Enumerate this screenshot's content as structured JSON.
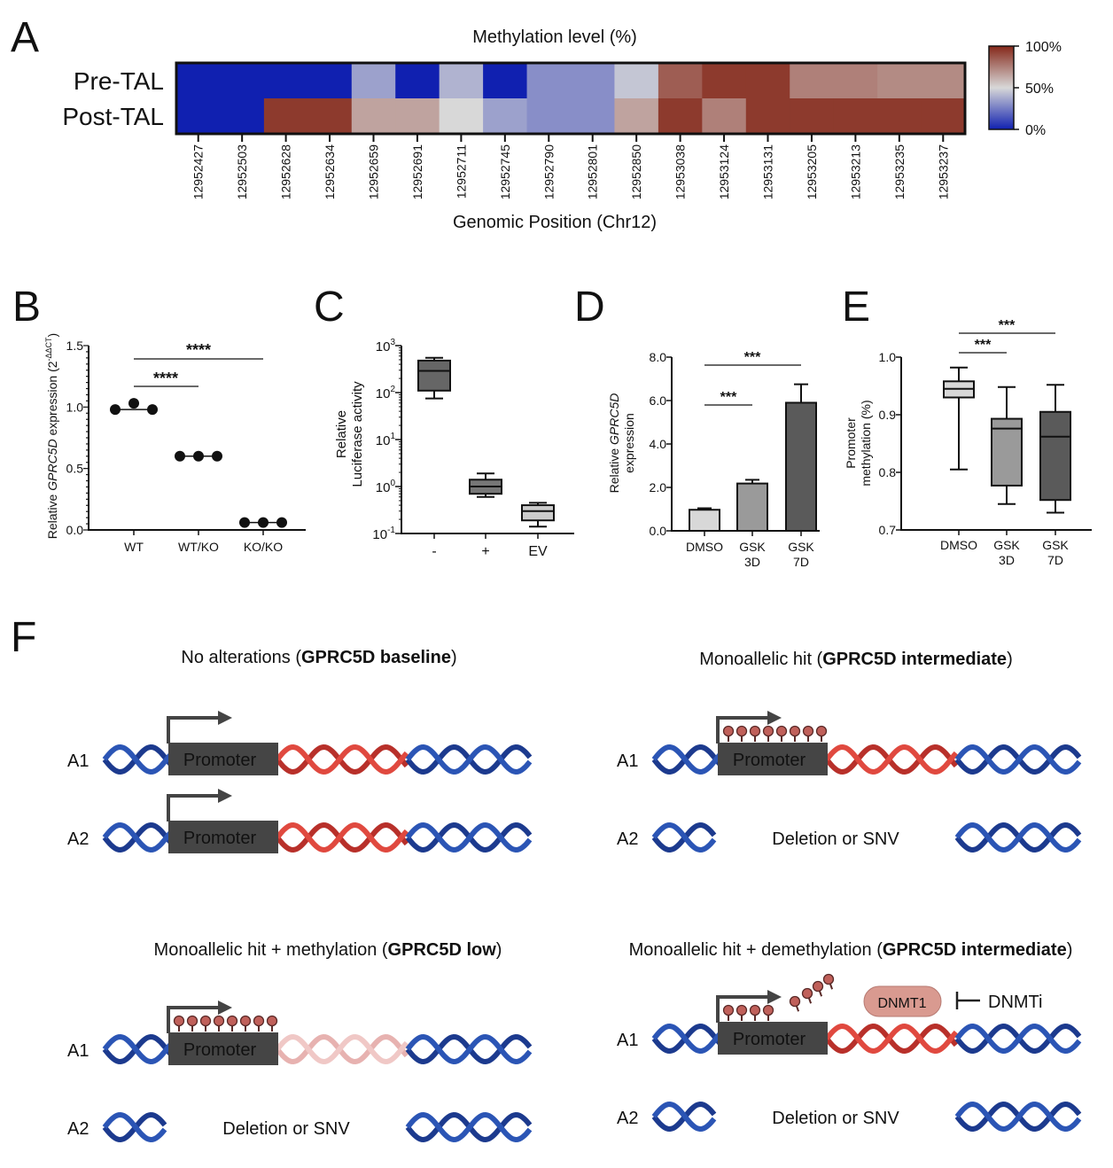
{
  "panel_letters": [
    "A",
    "B",
    "C",
    "D",
    "E",
    "F"
  ],
  "chart_data": [
    {
      "id": "A",
      "type": "heatmap",
      "title": "Methylation level (%)",
      "xlabel": "Genomic Position (Chr12)",
      "rows": [
        "Pre-TAL",
        "Post-TAL"
      ],
      "columns": [
        "12952427",
        "12952503",
        "12952628",
        "12952634",
        "12952659",
        "12952691",
        "12952711",
        "12952745",
        "12952790",
        "12952801",
        "12952850",
        "12953038",
        "12953124",
        "12953131",
        "12953205",
        "12953213",
        "12953235",
        "12953237"
      ],
      "values": [
        [
          0,
          0,
          0,
          0,
          35,
          0,
          40,
          0,
          30,
          30,
          45,
          85,
          95,
          95,
          75,
          75,
          72,
          72
        ],
        [
          0,
          0,
          95,
          95,
          65,
          65,
          50,
          35,
          30,
          30,
          65,
          95,
          75,
          95,
          95,
          95,
          95,
          95
        ]
      ],
      "colorbar": {
        "labels": [
          "100%",
          "50%",
          "0%"
        ],
        "range": [
          0,
          100
        ],
        "colors": {
          "low": "#1020b0",
          "mid": "#d8d8d8",
          "high": "#85281a"
        }
      }
    },
    {
      "id": "B",
      "type": "scatter",
      "ylabel_parts": [
        "Relative ",
        "GPRC5D",
        " expression (2",
        "-ΔΔCT",
        ")"
      ],
      "ylim": [
        0,
        1.5
      ],
      "yticks": [
        "0.0",
        "0.5",
        "1.0",
        "1.5"
      ],
      "categories": [
        "WT",
        "WT/KO",
        "KO/KO"
      ],
      "points": [
        [
          0.98,
          1.03,
          0.98
        ],
        [
          0.6,
          0.6,
          0.6
        ],
        [
          0.06,
          0.06,
          0.06
        ]
      ],
      "significance": [
        {
          "from": "WT",
          "to": "KO/KO",
          "label": "****"
        },
        {
          "from": "WT",
          "to": "WT/KO",
          "label": "****"
        }
      ]
    },
    {
      "id": "C",
      "type": "box",
      "ylabel": [
        "Relative",
        "Luciferase activity"
      ],
      "yscale": "log",
      "ylim": [
        0.1,
        1000
      ],
      "yticks": [
        {
          "base": "10",
          "exp": "3"
        },
        {
          "base": "10",
          "exp": "2"
        },
        {
          "base": "10",
          "exp": "1"
        },
        {
          "base": "10",
          "exp": "0"
        },
        {
          "base": "10",
          "exp": "-1"
        }
      ],
      "categories": [
        "-",
        "+",
        "EV"
      ],
      "boxes": [
        {
          "min": 75,
          "q1": 110,
          "median": 290,
          "q3": 480,
          "max": 550,
          "color": "#666666"
        },
        {
          "min": 0.6,
          "q1": 0.7,
          "median": 1.0,
          "q3": 1.4,
          "max": 1.9,
          "color": "#777777"
        },
        {
          "min": 0.14,
          "q1": 0.19,
          "median": 0.3,
          "q3": 0.4,
          "max": 0.45,
          "color": "#cccccc"
        }
      ]
    },
    {
      "id": "D",
      "type": "bar",
      "ylabel_parts": [
        "Relative ",
        "GPRC5D",
        "expression"
      ],
      "ylim": [
        0,
        8
      ],
      "yticks": [
        "0.0",
        "2.0",
        "4.0",
        "6.0",
        "8.0"
      ],
      "categories": [
        [
          "DMSO",
          ""
        ],
        [
          "GSK",
          "3D"
        ],
        [
          "GSK",
          "7D"
        ]
      ],
      "values": [
        0.97,
        2.18,
        5.9
      ],
      "errors": [
        0.07,
        0.17,
        0.85
      ],
      "colors": [
        "#d8d8d8",
        "#9a9a9a",
        "#5a5a5a"
      ],
      "significance": [
        {
          "from": 0,
          "to": 2,
          "label": "***"
        },
        {
          "from": 0,
          "to": 1,
          "label": "***"
        }
      ]
    },
    {
      "id": "E",
      "type": "box",
      "ylabel": [
        "Promoter",
        "methylation (%)"
      ],
      "ylim": [
        0.7,
        1.0
      ],
      "yticks": [
        "0.7",
        "0.8",
        "0.9",
        "1.0"
      ],
      "categories": [
        [
          "DMSO",
          ""
        ],
        [
          "GSK",
          "3D"
        ],
        [
          "GSK",
          "7D"
        ]
      ],
      "boxes": [
        {
          "min": 0.805,
          "q1": 0.93,
          "median": 0.945,
          "q3": 0.958,
          "max": 0.982,
          "color": "#d8d8d8"
        },
        {
          "min": 0.745,
          "q1": 0.777,
          "median": 0.876,
          "q3": 0.893,
          "max": 0.948,
          "color": "#9a9a9a"
        },
        {
          "min": 0.73,
          "q1": 0.752,
          "median": 0.862,
          "q3": 0.905,
          "max": 0.952,
          "color": "#5a5a5a"
        }
      ],
      "significance": [
        {
          "from": 0,
          "to": 1,
          "label": "***"
        },
        {
          "from": 0,
          "to": 2,
          "label": "***"
        }
      ]
    }
  ],
  "diagram": {
    "promoter_label": "Promoter",
    "deletion_label": "Deletion or SNV",
    "allele_labels": [
      "A1",
      "A2"
    ],
    "scenarios": [
      {
        "title_normal": "No alterations (",
        "title_bold": "GPRC5D baseline",
        "title_end": ")",
        "a1_methylated": false,
        "a1_region": "red",
        "a2_deleted": false
      },
      {
        "title_normal": "Monoallelic hit (",
        "title_bold": "GPRC5D intermediate",
        "title_end": ")",
        "a1_methylated": true,
        "a1_region": "red",
        "a2_deleted": true
      },
      {
        "title_normal": "Monoallelic hit + methylation (",
        "title_bold": "GPRC5D low",
        "title_end": ")",
        "a1_methylated": true,
        "a1_region": "pink",
        "a2_deleted": true
      },
      {
        "title_normal": "Monoallelic hit + demethylation (",
        "title_bold": "GPRC5D intermediate",
        "title_end": ")",
        "a1_methylated": "partial",
        "a1_region": "red",
        "a2_deleted": true,
        "enzyme": "DNMT1",
        "inhibitor": "DNMTi"
      }
    ],
    "colors": {
      "dna_blue": "#1c3a8e",
      "dna_blue2": "#2b55b5",
      "dna_red": "#b8302a",
      "dna_red2": "#e0493f",
      "dna_pink": "#e7b2b0",
      "dna_pink2": "#f0c8c6",
      "promoter": "#454545",
      "lollipop": "#c0605a"
    }
  }
}
